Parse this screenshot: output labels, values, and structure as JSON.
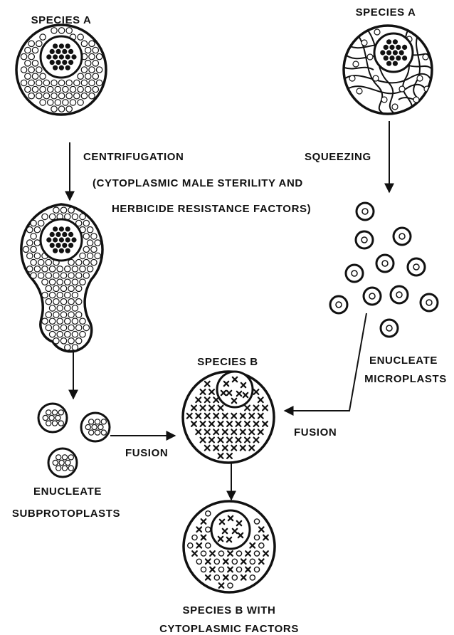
{
  "labels": {
    "species_a_left": "SPECIES A",
    "species_a_right": "SPECIES A",
    "centrifugation": "CENTRIFUGATION",
    "squeezing": "SQUEEZING",
    "factors_line1": "(CYTOPLASMIC MALE STERILITY AND",
    "factors_line2": "HERBICIDE RESISTANCE FACTORS)",
    "enucleate_micro_1": "ENUCLEATE",
    "enucleate_micro_2": "MICROPLASTS",
    "species_b": "SPECIES B",
    "fusion_left": "FUSION",
    "fusion_right": "FUSION",
    "enucleate_sub_1": "ENUCLEATE",
    "enucleate_sub_2": "SUBPROTOPLASTS",
    "result_1": "SPECIES B WITH",
    "result_2": "CYTOPLASMIC FACTORS"
  },
  "colors": {
    "ink": "#111111",
    "paper": "#ffffff"
  }
}
